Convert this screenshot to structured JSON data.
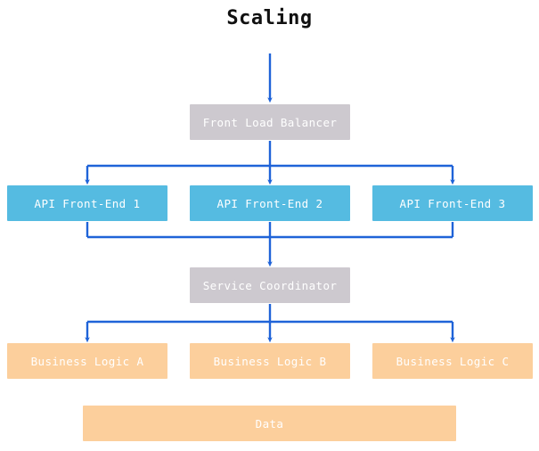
{
  "title": "Scaling",
  "theme": {
    "background": "#ffffff",
    "title_color": "#111111",
    "connector_color": "#1f63d8",
    "gray_node": "#cdc9cf",
    "blue_node": "#55bbe1",
    "orange_node": "#fccf9c",
    "node_text": "#ffffff"
  },
  "nodes": {
    "front_load_balancer": {
      "label": "Front Load Balancer"
    },
    "api_front_end_1": {
      "label": "API Front-End 1"
    },
    "api_front_end_2": {
      "label": "API Front-End 2"
    },
    "api_front_end_3": {
      "label": "API Front-End 3"
    },
    "service_coordinator": {
      "label": "Service Coordinator"
    },
    "business_logic_a": {
      "label": "Business Logic A"
    },
    "business_logic_b": {
      "label": "Business Logic B"
    },
    "business_logic_c": {
      "label": "Business Logic C"
    },
    "data": {
      "label": "Data"
    }
  },
  "chart_data": {
    "type": "diagram",
    "title": "Scaling",
    "diagram_kind": "layered-architecture-flow",
    "layers": [
      {
        "name": "entry",
        "nodes": [
          "front_load_balancer"
        ],
        "labels": [
          "Front Load Balancer"
        ],
        "color": "#cdc9cf"
      },
      {
        "name": "api-tier",
        "nodes": [
          "api_front_end_1",
          "api_front_end_2",
          "api_front_end_3"
        ],
        "labels": [
          "API Front-End 1",
          "API Front-End 2",
          "API Front-End 3"
        ],
        "color": "#55bbe1"
      },
      {
        "name": "coordination",
        "nodes": [
          "service_coordinator"
        ],
        "labels": [
          "Service Coordinator"
        ],
        "color": "#cdc9cf"
      },
      {
        "name": "logic-tier",
        "nodes": [
          "business_logic_a",
          "business_logic_b",
          "business_logic_c"
        ],
        "labels": [
          "Business Logic A",
          "Business Logic B",
          "Business Logic C"
        ],
        "color": "#fccf9c"
      },
      {
        "name": "storage",
        "nodes": [
          "data"
        ],
        "labels": [
          "Data"
        ],
        "color": "#fccf9c"
      }
    ],
    "edges": [
      {
        "from": "external-input",
        "to": "front_load_balancer",
        "arrow": true
      },
      {
        "from": "front_load_balancer",
        "to": "api_front_end_1",
        "arrow": true
      },
      {
        "from": "front_load_balancer",
        "to": "api_front_end_2",
        "arrow": true
      },
      {
        "from": "front_load_balancer",
        "to": "api_front_end_3",
        "arrow": true
      },
      {
        "from": "api_front_end_1",
        "to": "service_coordinator",
        "arrow": true
      },
      {
        "from": "api_front_end_2",
        "to": "service_coordinator",
        "arrow": true
      },
      {
        "from": "api_front_end_3",
        "to": "service_coordinator",
        "arrow": true
      },
      {
        "from": "service_coordinator",
        "to": "business_logic_a",
        "arrow": true
      },
      {
        "from": "service_coordinator",
        "to": "business_logic_b",
        "arrow": true
      },
      {
        "from": "service_coordinator",
        "to": "business_logic_c",
        "arrow": true
      }
    ],
    "legend": [],
    "notes": "Data store box is drawn below the business logic tier without a connector."
  }
}
